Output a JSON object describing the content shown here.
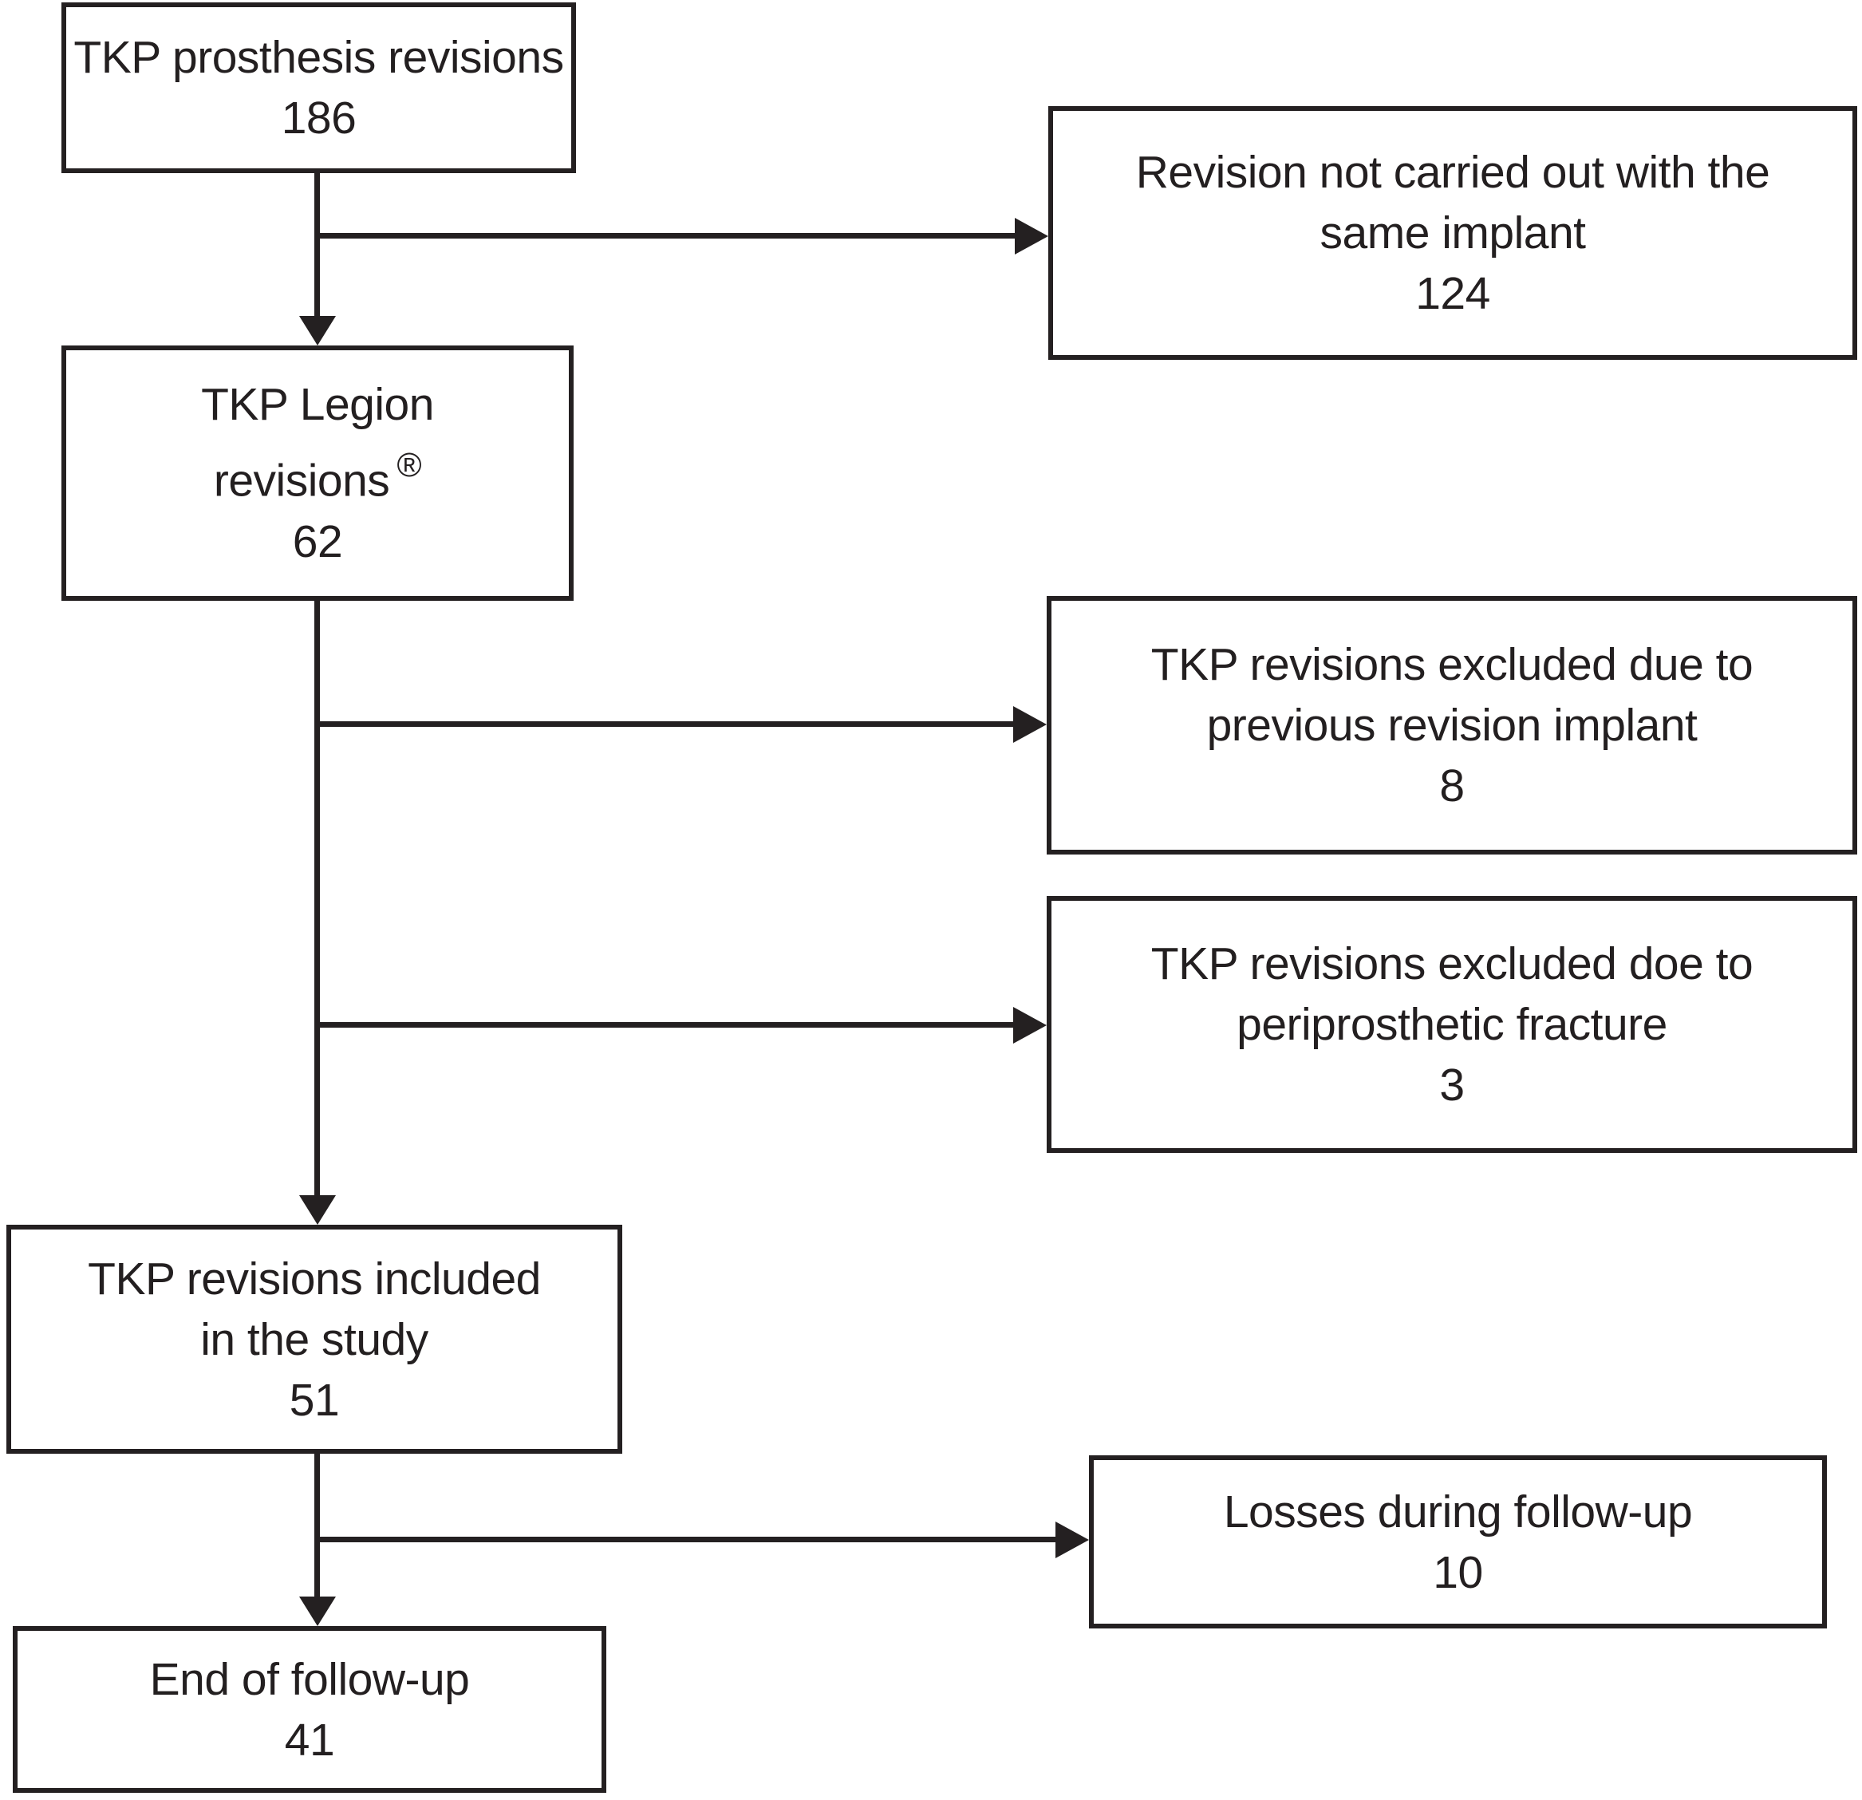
{
  "nodes": {
    "prosthesis_revisions": {
      "label_line1": "TKP prosthesis revisions",
      "count": "186"
    },
    "legion_revisions": {
      "label_line1": "TKP Legion",
      "label_line2": "revisions",
      "trademark": "®",
      "count": "62"
    },
    "not_same_implant": {
      "label_line1": "Revision not carried out with the",
      "label_line2": "same implant",
      "count": "124"
    },
    "excluded_previous_revision": {
      "label_line1": "TKP revisions excluded due to",
      "label_line2": "previous revision implant",
      "count": "8"
    },
    "excluded_periprosthetic_fracture": {
      "label_line1": "TKP revisions excluded doe to",
      "label_line2": "periprosthetic fracture",
      "count": "3"
    },
    "included_in_study": {
      "label_line1": "TKP revisions included",
      "label_line2": "in the study",
      "count": "51"
    },
    "losses_followup": {
      "label_line1": "Losses during follow-up",
      "count": "10"
    },
    "end_followup": {
      "label_line1": "End of follow-up",
      "count": "41"
    }
  },
  "colors": {
    "ink": "#242021",
    "background": "#ffffff"
  }
}
